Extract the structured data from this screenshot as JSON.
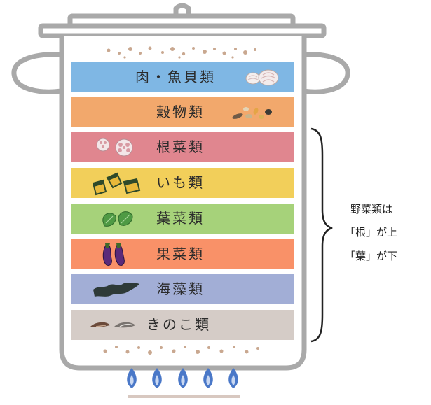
{
  "layers": [
    {
      "key": "meat-fish",
      "label": "肉・魚貝類",
      "color": "#7fb7e4",
      "icon": "clam-shell-icon"
    },
    {
      "key": "grains",
      "label": "穀物類",
      "color": "#f2a86c",
      "icon": "grain-seeds-icon"
    },
    {
      "key": "root-veg",
      "label": "根菜類",
      "color": "#e0868f",
      "icon": "lotus-root-icon"
    },
    {
      "key": "tubers",
      "label": "いも類",
      "color": "#f2cf5a",
      "icon": "pumpkin-pieces-icon"
    },
    {
      "key": "leafy-veg",
      "label": "葉菜類",
      "color": "#a6d27a",
      "icon": "leafy-greens-icon"
    },
    {
      "key": "fruit-veg",
      "label": "果菜類",
      "color": "#f99168",
      "icon": "eggplant-icon"
    },
    {
      "key": "seaweed",
      "label": "海藻類",
      "color": "#a2aed6",
      "icon": "seaweed-icon"
    },
    {
      "key": "mushrooms",
      "label": "きのこ類",
      "color": "#d5ccc7",
      "icon": "mushroom-slices-icon"
    }
  ],
  "note": {
    "line1": "野菜類は",
    "line2": "「根」が上",
    "line3": "「葉」が下"
  },
  "colors": {
    "pot_outline": "#a9a9a9",
    "flame": "#4a78c8",
    "bubbles": "#c9a890"
  }
}
